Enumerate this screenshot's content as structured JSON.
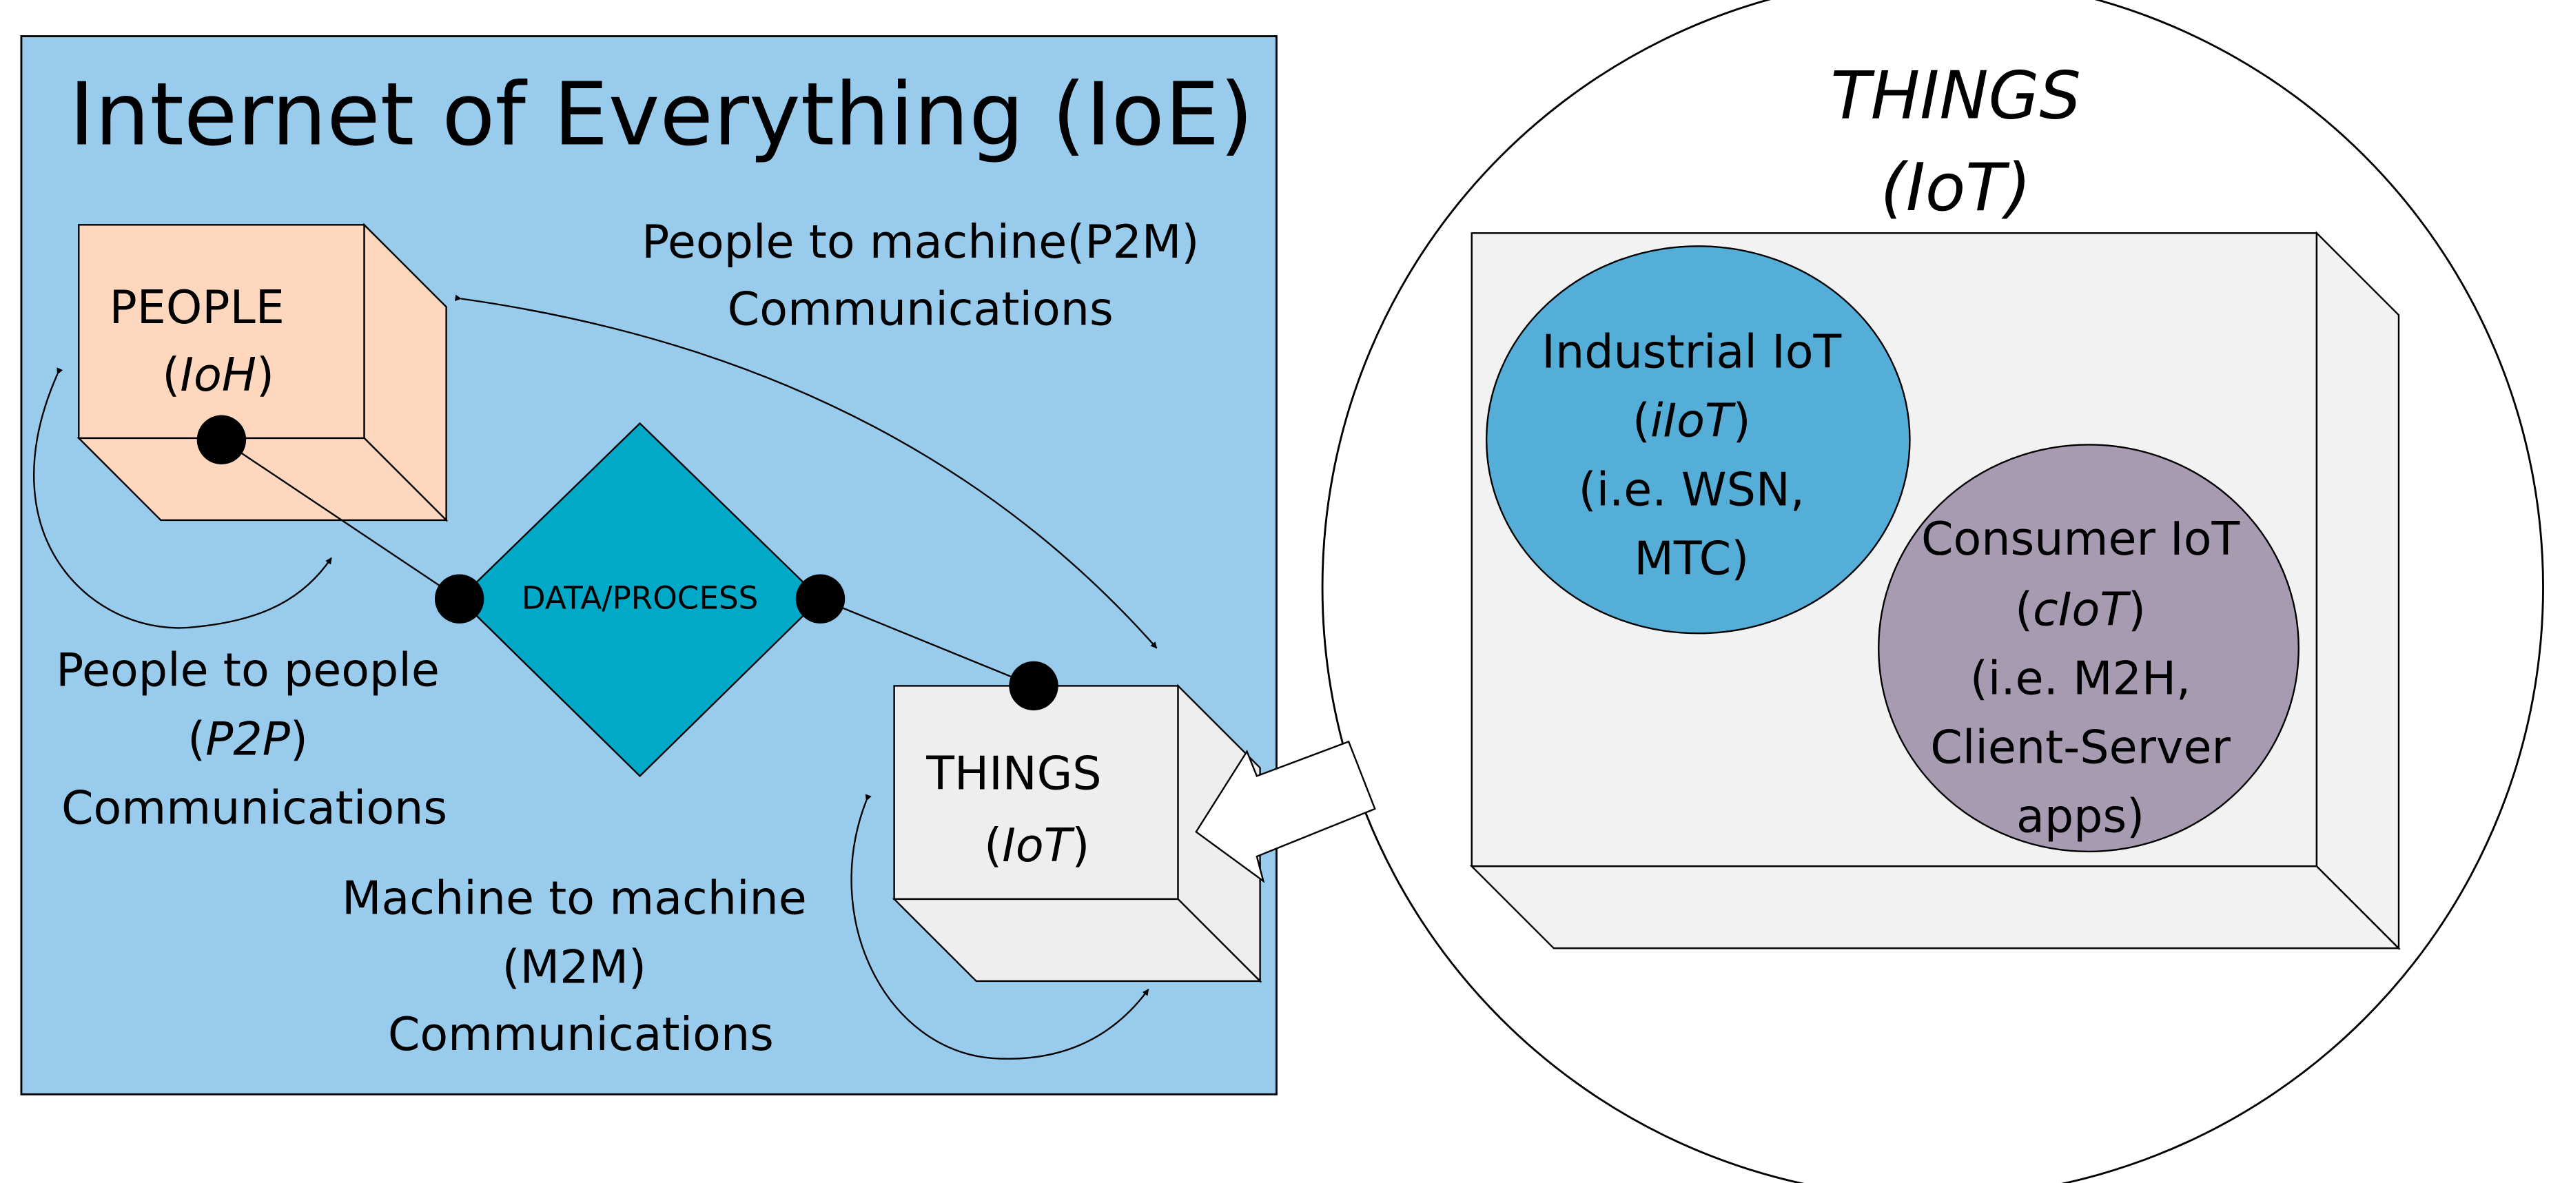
{
  "ioe_panel": {
    "title": "Internet of Everything (IoE)",
    "background_color": "#99CCEC"
  },
  "people_cube": {
    "line1": "PEOPLE",
    "line2_prefix": "(",
    "line2_italic": "IoH",
    "line2_suffix": ")",
    "color": "#FDD8BE"
  },
  "things_cube": {
    "line1": "THINGS",
    "line2_prefix": "(",
    "line2_italic": "IoT",
    "line2_suffix": ")",
    "color": "#EEEEEE"
  },
  "data_process": {
    "label": "DATA/PROCESS",
    "color": "#00A9C8"
  },
  "p2m_label": {
    "line1": "People to machine(P2M)",
    "line2": "Communications"
  },
  "p2p_label": {
    "line1": "People to people",
    "line2_prefix": "(",
    "line2_italic": "P2P",
    "line2_suffix": ")",
    "line3": "Communications"
  },
  "m2m_label": {
    "line1": "Machine to machine",
    "line2": "(M2M)",
    "line3": "Communications"
  },
  "zoom": {
    "title_line1": "THINGS",
    "title_line2": "(IoT)",
    "industrial": {
      "line1": "Industrial IoT",
      "line2_prefix": "(",
      "line2_italic": "iIoT",
      "line2_suffix": ")",
      "line3": "(i.e. WSN,",
      "line4": "MTC)",
      "color": "#54AED8"
    },
    "consumer": {
      "line1": "Consumer IoT",
      "line2_prefix": "(",
      "line2_italic": "cIoT",
      "line2_suffix": ")",
      "line3": "(i.e. M2H,",
      "line4": "Client-Server",
      "line5": "apps)",
      "color": "#A79BB2"
    }
  }
}
